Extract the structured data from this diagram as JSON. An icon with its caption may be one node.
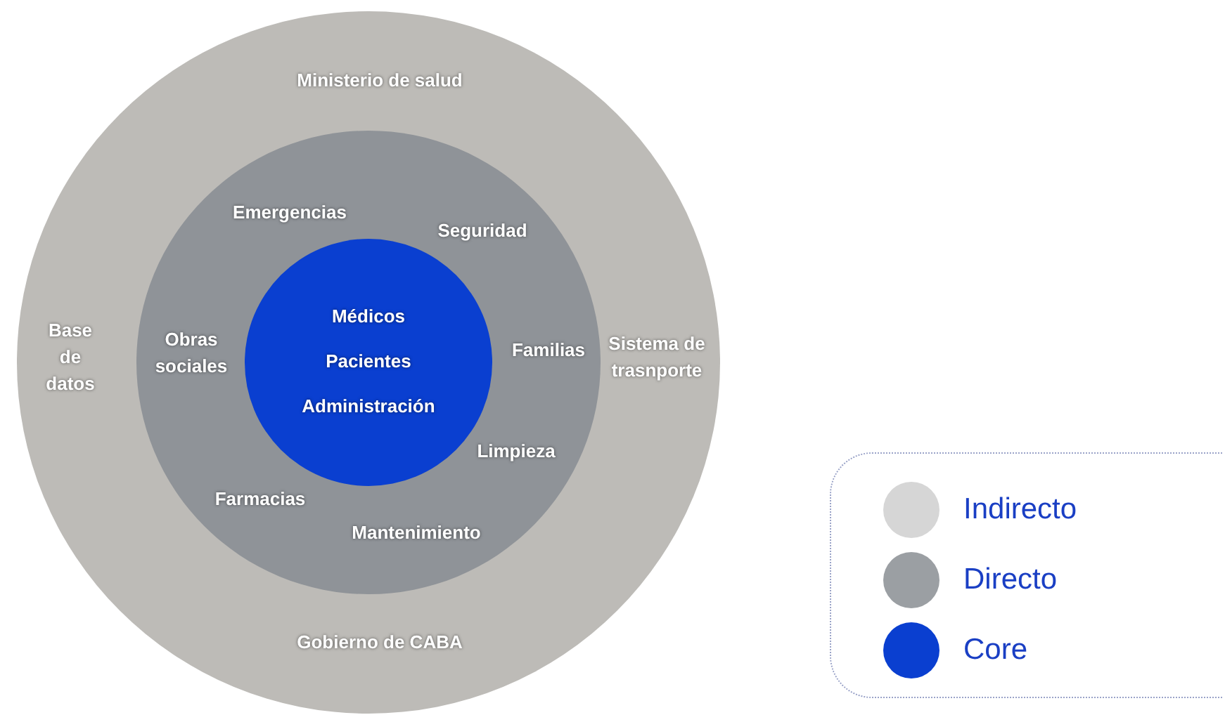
{
  "diagram": {
    "nodes": [
      {
        "text": [
          "Ministerio de salud",
          "Base de datos",
          "Sistema de trasnporte",
          "Gobierno de CABA"
        ]
      },
      {
        "text": [
          "Emergencias",
          "Seguridad",
          "Obras sociales",
          "Familias",
          "Limpieza",
          "Farmacias",
          "Mantenimiento"
        ],
        "in": 0
      },
      {
        "text": [
          "Médicos",
          "Pacientes",
          "Administración"
        ],
        "in": 1
      }
    ],
    "legend": [
      {
        "text": "Indirecto",
        "color": "#d6d6d6"
      },
      {
        "text": "Directo",
        "color": "#9b9fa3"
      },
      {
        "text": "Core",
        "color": "#0a3fd0"
      }
    ]
  }
}
